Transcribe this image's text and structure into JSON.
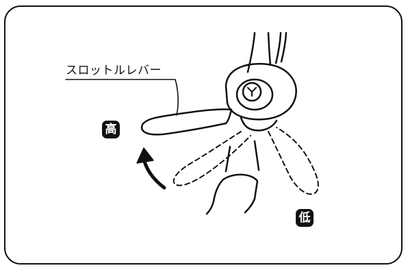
{
  "callout": {
    "label": "スロットルレバー"
  },
  "badges": {
    "high": "高",
    "low": "低"
  }
}
